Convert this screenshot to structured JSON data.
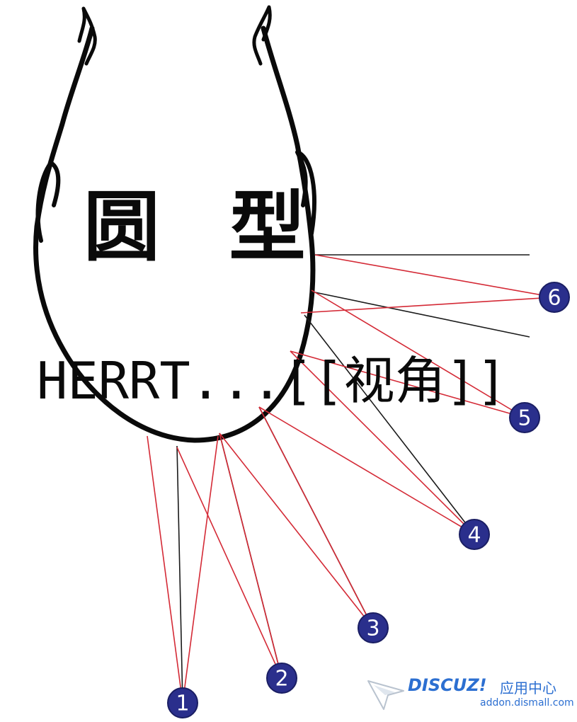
{
  "head": {
    "title": "圆 型"
  },
  "caption": "HERRT...[[视角]]",
  "markers": [
    {
      "label": "1"
    },
    {
      "label": "2"
    },
    {
      "label": "3"
    },
    {
      "label": "4"
    },
    {
      "label": "5"
    },
    {
      "label": "6"
    }
  ],
  "watermark": {
    "brand": "DISCUZ!",
    "center": "应用中心",
    "url": "addon.dismall.com"
  },
  "colors": {
    "outline": "#0a0a0a",
    "ray_black": "#1a1a1a",
    "ray_red": "#d42a36",
    "marker_fill": "#2a2f8c",
    "watermark": "#2c6fd1"
  }
}
